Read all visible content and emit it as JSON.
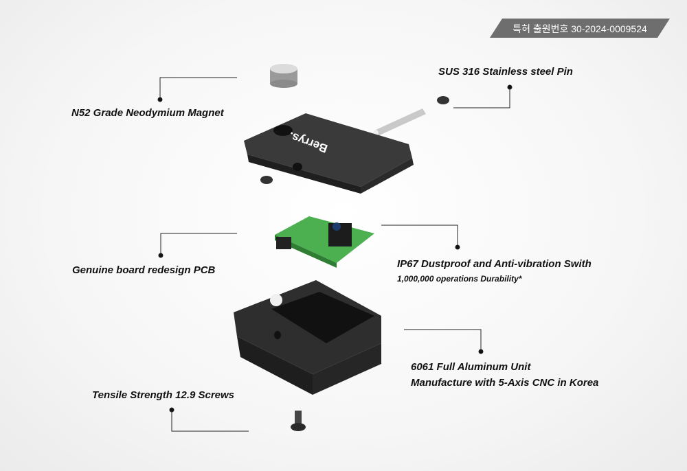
{
  "badge": {
    "text": "특허 출원번호 30-2024-0009524"
  },
  "labels": {
    "magnet": "N52 Grade Neodymium Magnet",
    "pin": "SUS 316 Stainless steel Pin",
    "pcb": "Genuine board redesign PCB",
    "switch_title": "IP67 Dustproof and Anti-vibration Swith",
    "switch_sub": "1,000,000 operations Durability*",
    "aluminum_line1": "6061 Full Aluminum Unit",
    "aluminum_line2": "Manufacture with 5-Axis CNC in Korea",
    "screws": "Tensile Strength 12.9 Screws"
  },
  "logo": {
    "text": "Berrys."
  },
  "colors": {
    "badge": "#6e6e6e",
    "part": "#2b2b2b",
    "pcb": "#4caf50"
  }
}
